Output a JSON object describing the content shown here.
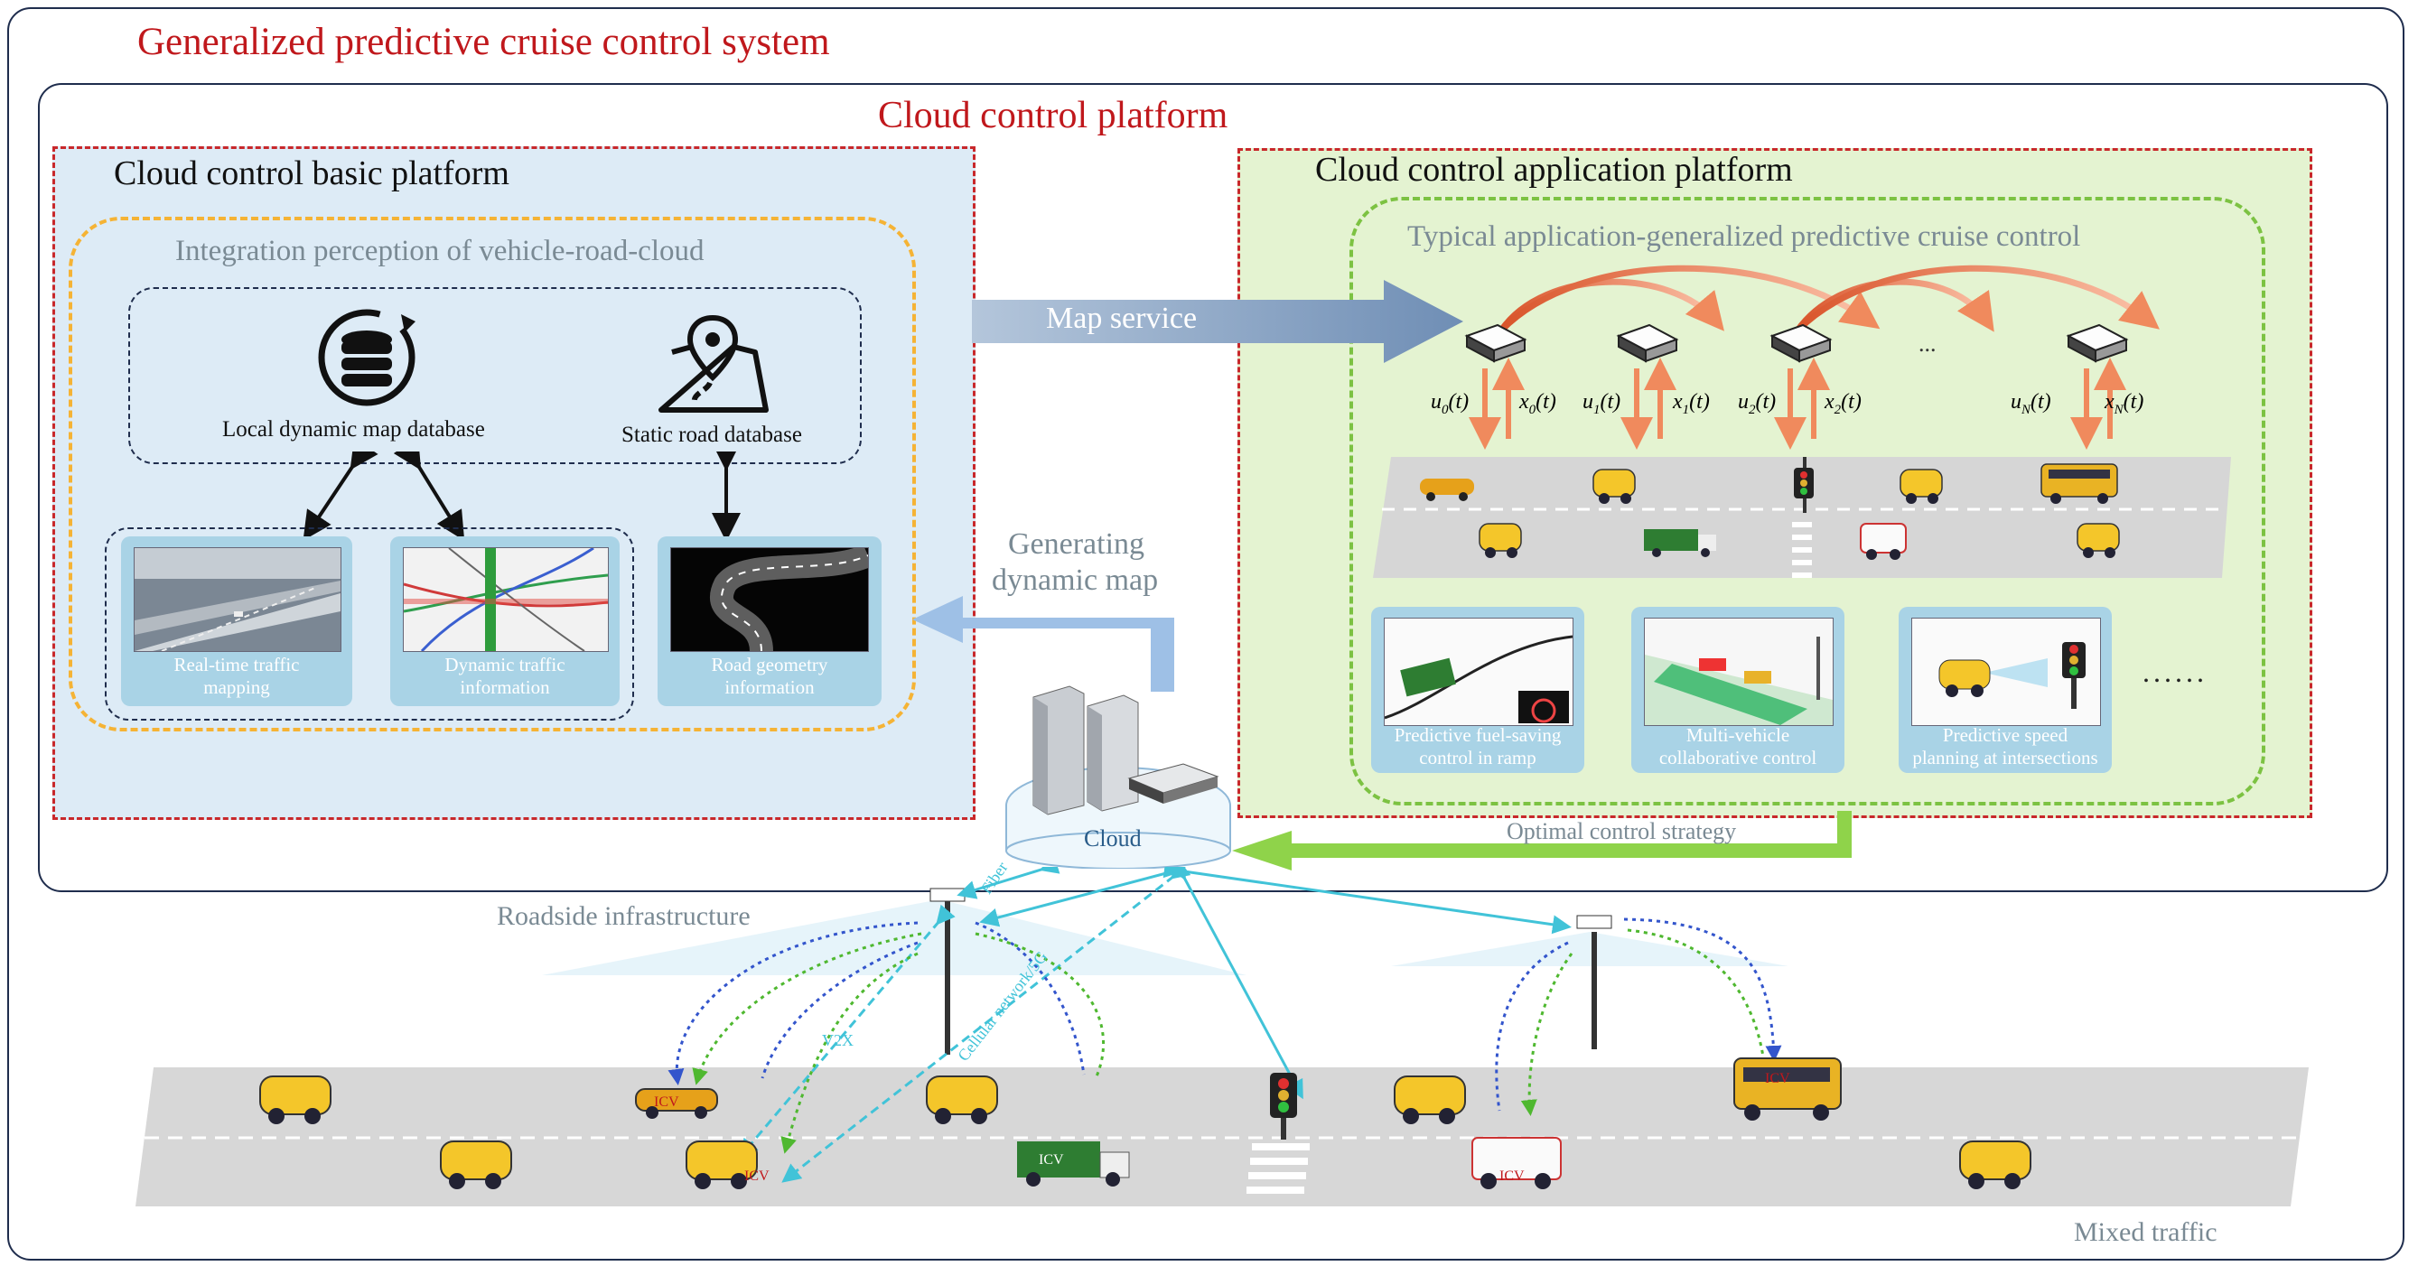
{
  "system": {
    "title": "Generalized predictive cruise control system"
  },
  "cloud_platform": {
    "title": "Cloud control platform"
  },
  "basic_platform": {
    "title": "Cloud control basic platform",
    "integration_title": "Integration perception of vehicle-road-cloud",
    "local_db_label": "Local dynamic map database",
    "static_db_label": "Static road database",
    "tiles": [
      {
        "label": "Real-time traffic mapping"
      },
      {
        "label": "Dynamic traffic information"
      },
      {
        "label": "Road geometry information"
      }
    ]
  },
  "application_platform": {
    "title": "Cloud control application platform",
    "typical_title": "Typical application-generalized predictive cruise control",
    "ellipsis": "...",
    "tiles": [
      {
        "label": "Predictive fuel-saving control in ramp"
      },
      {
        "label": "Multi-vehicle collaborative control"
      },
      {
        "label": "Predictive speed planning at intersections"
      }
    ],
    "more": "......"
  },
  "arrows": {
    "map_service": "Map service",
    "generating_dynamic_map": [
      "Generating",
      "dynamic map"
    ],
    "optimal_control_strategy": "Optimal control strategy"
  },
  "cloud": {
    "label": "Cloud"
  },
  "roadside": {
    "label": "Roadside infrastructure"
  },
  "links": {
    "fiber": "Fiber",
    "cellular": "Cellular network/5G",
    "v2x": "V2X"
  },
  "traffic": {
    "label": "Mixed traffic",
    "icv": "ICV"
  },
  "colors": {
    "red": "#c0181c",
    "panel_blue": "#ddebf6",
    "panel_green": "#e4f3d1",
    "dash_orange": "#f5b335",
    "dash_green": "#7cc242",
    "arrow_orange": "#f08a5d",
    "link_cyan": "#41c3d8"
  }
}
